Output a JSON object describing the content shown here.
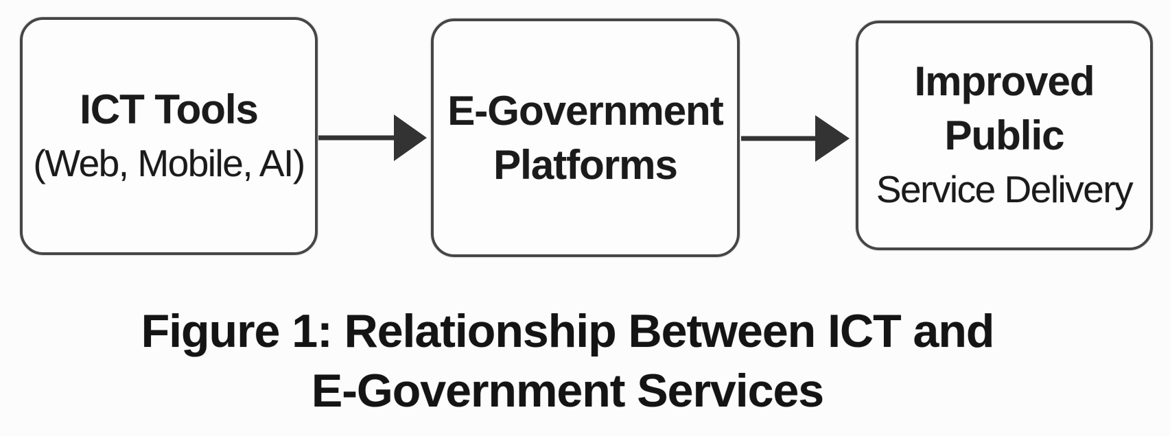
{
  "figure": {
    "type": "flow-diagram",
    "nodes": [
      {
        "id": "ict-tools",
        "lines": [
          "ICT Tools",
          "(Web, Mobile, AI)"
        ]
      },
      {
        "id": "e-government-platforms",
        "lines": [
          "E-Government",
          "Platforms"
        ]
      },
      {
        "id": "improved-public-service-delivery",
        "lines": [
          "Improved",
          "Public",
          "Service Delivery"
        ]
      }
    ],
    "arrows": [
      {
        "from": "ict-tools",
        "to": "e-government-platforms",
        "direction": "right"
      },
      {
        "from": "e-government-platforms",
        "to": "improved-public-service-delivery",
        "direction": "right"
      }
    ],
    "caption": {
      "line1": "Figure 1: Relationship Between ICT and",
      "line2": "E-Government Services"
    },
    "colors": {
      "background": "#fcfcfc",
      "box_border": "#464646",
      "text": "#1b1b1b",
      "arrow": "#333333"
    }
  }
}
